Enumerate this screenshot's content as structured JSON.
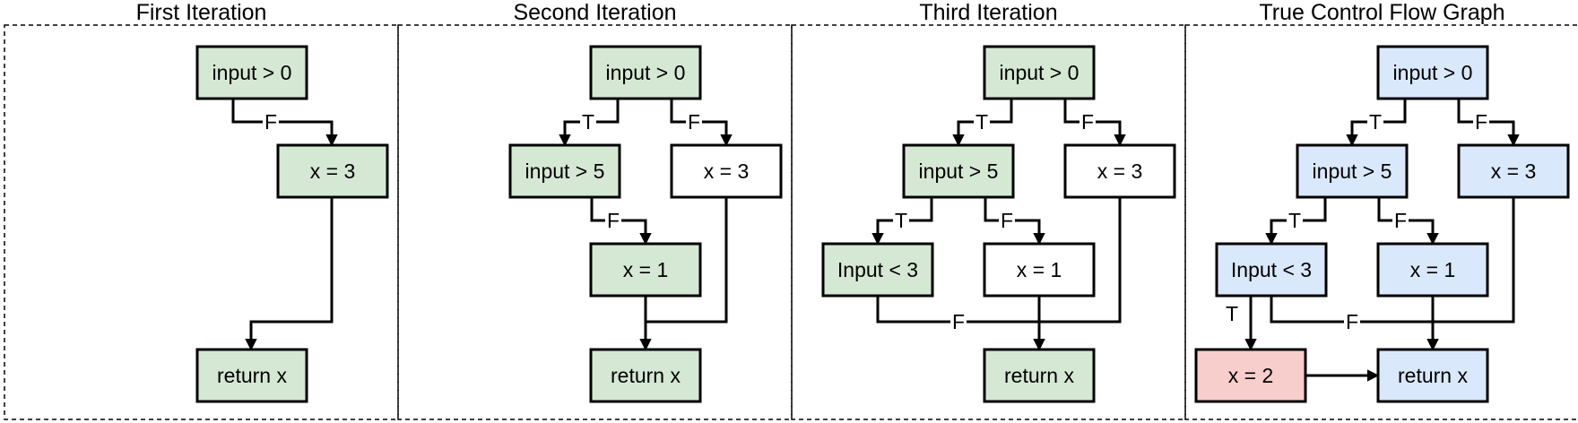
{
  "colors": {
    "green": "#d5e8d4",
    "blue": "#dae8fc",
    "red": "#f8cecc",
    "white": "#ffffff",
    "stroke": "#000000"
  },
  "panels": [
    {
      "title": "First Iteration",
      "nodes": [
        {
          "id": "n0",
          "label": "input > 0",
          "color": "green"
        },
        {
          "id": "n1",
          "label": "x = 3",
          "color": "green"
        },
        {
          "id": "n5",
          "label": "return x",
          "color": "green"
        }
      ],
      "edges": [
        {
          "from": "n0",
          "to": "n1",
          "label": "F"
        },
        {
          "from": "n1",
          "to": "n5",
          "label": ""
        }
      ]
    },
    {
      "title": "Second Iteration",
      "nodes": [
        {
          "id": "n0",
          "label": "input > 0",
          "color": "green"
        },
        {
          "id": "n2",
          "label": "input > 5",
          "color": "green"
        },
        {
          "id": "n1",
          "label": "x = 3",
          "color": "white"
        },
        {
          "id": "n3",
          "label": "x = 1",
          "color": "green"
        },
        {
          "id": "n5",
          "label": "return x",
          "color": "green"
        }
      ],
      "edges": [
        {
          "from": "n0",
          "to": "n2",
          "label": "T"
        },
        {
          "from": "n0",
          "to": "n1",
          "label": "F"
        },
        {
          "from": "n2",
          "to": "n3",
          "label": "F"
        },
        {
          "from": "n3",
          "to": "n5",
          "label": ""
        },
        {
          "from": "n1",
          "to": "n5",
          "label": ""
        }
      ]
    },
    {
      "title": "Third Iteration",
      "nodes": [
        {
          "id": "n0",
          "label": "input > 0",
          "color": "green"
        },
        {
          "id": "n2",
          "label": "input > 5",
          "color": "green"
        },
        {
          "id": "n1",
          "label": "x = 3",
          "color": "white"
        },
        {
          "id": "n4",
          "label": "Input < 3",
          "color": "green"
        },
        {
          "id": "n3",
          "label": "x = 1",
          "color": "white"
        },
        {
          "id": "n5",
          "label": "return x",
          "color": "green"
        }
      ],
      "edges": [
        {
          "from": "n0",
          "to": "n2",
          "label": "T"
        },
        {
          "from": "n0",
          "to": "n1",
          "label": "F"
        },
        {
          "from": "n2",
          "to": "n4",
          "label": "T"
        },
        {
          "from": "n2",
          "to": "n3",
          "label": "F"
        },
        {
          "from": "n4",
          "to": "n5",
          "label": "F"
        },
        {
          "from": "n3",
          "to": "n5",
          "label": ""
        },
        {
          "from": "n1",
          "to": "n5",
          "label": ""
        }
      ]
    },
    {
      "title": "True Control Flow Graph",
      "nodes": [
        {
          "id": "n0",
          "label": "input > 0",
          "color": "blue"
        },
        {
          "id": "n2",
          "label": "input > 5",
          "color": "blue"
        },
        {
          "id": "n1",
          "label": "x = 3",
          "color": "blue"
        },
        {
          "id": "n4",
          "label": "Input < 3",
          "color": "blue"
        },
        {
          "id": "n3",
          "label": "x = 1",
          "color": "blue"
        },
        {
          "id": "n6",
          "label": "x = 2",
          "color": "red"
        },
        {
          "id": "n5",
          "label": "return x",
          "color": "blue"
        }
      ],
      "edges": [
        {
          "from": "n0",
          "to": "n2",
          "label": "T"
        },
        {
          "from": "n0",
          "to": "n1",
          "label": "F"
        },
        {
          "from": "n2",
          "to": "n4",
          "label": "T"
        },
        {
          "from": "n2",
          "to": "n3",
          "label": "F"
        },
        {
          "from": "n4",
          "to": "n6",
          "label": "T"
        },
        {
          "from": "n4",
          "to": "n5",
          "label": "F"
        },
        {
          "from": "n3",
          "to": "n5",
          "label": ""
        },
        {
          "from": "n1",
          "to": "n5",
          "label": ""
        },
        {
          "from": "n6",
          "to": "n5",
          "label": ""
        }
      ]
    }
  ]
}
